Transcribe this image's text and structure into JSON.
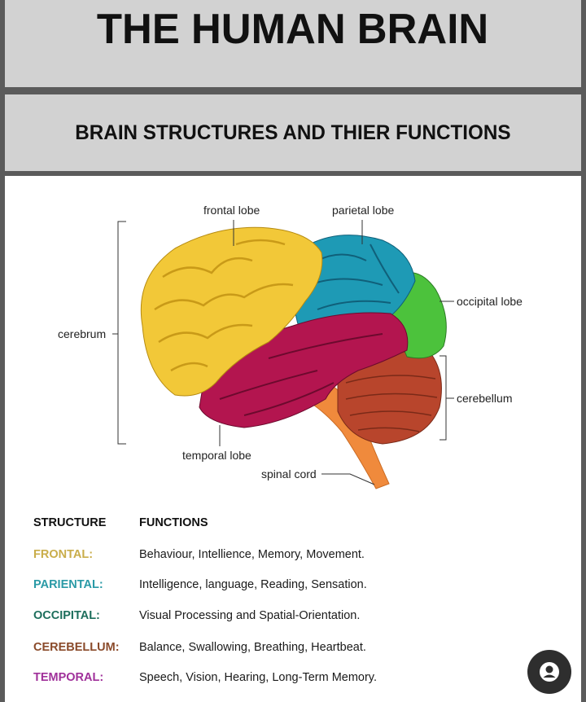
{
  "header": {
    "title": "THE HUMAN BRAIN",
    "subtitle": "BRAIN STRUCTURES AND THIER FUNCTIONS"
  },
  "diagram_labels": {
    "frontal": "frontal lobe",
    "parietal": "parietal lobe",
    "occipital": "occipital lobe",
    "cerebrum": "cerebrum",
    "cerebellum": "cerebellum",
    "temporal": "temporal lobe",
    "spinal": "spinal cord"
  },
  "colors": {
    "frontal": "#f2c838",
    "parietal": "#1e9ab5",
    "occipital": "#4cc23c",
    "temporal": "#b3154f",
    "cerebellum": "#b8452c",
    "spinal": "#f08a3c"
  },
  "table": {
    "headers": [
      "STRUCTURE",
      "FUNCTIONS"
    ],
    "rows": [
      {
        "structure": "FRONTAL:",
        "functions": "Behaviour, Intellience, Memory, Movement.",
        "color": "#c9ad4a"
      },
      {
        "structure": "PARIENTAL:",
        "functions": "Intelligence, language, Reading, Sensation.",
        "color": "#2a9aa6"
      },
      {
        "structure": "OCCIPITAL:",
        "functions": "Visual Processing and Spatial-Orientation.",
        "color": "#1d6e5c"
      },
      {
        "structure": "CEREBELLUM:",
        "functions": "Balance, Swallowing, Breathing, Heartbeat.",
        "color": "#8a4a2a"
      },
      {
        "structure": "TEMPORAL:",
        "functions": "Speech, Vision, Hearing, Long-Term Memory.",
        "color": "#a0309a"
      }
    ]
  }
}
